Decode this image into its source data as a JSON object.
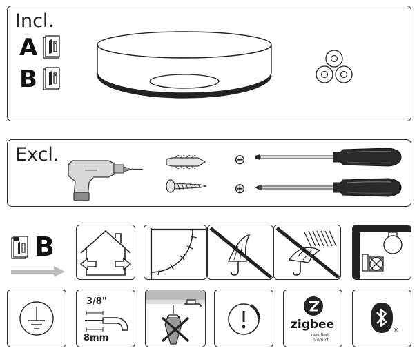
{
  "included": {
    "title": "Incl.",
    "manual_a": "A",
    "manual_b": "B"
  },
  "excluded": {
    "title": "Excl.",
    "minus_symbol": "⊖",
    "plus_symbol": "⊕"
  },
  "instructions": {
    "manual_b": "B"
  },
  "cable": {
    "size_top": "3/8\"",
    "size_bottom": "8mm"
  },
  "zigbee": {
    "brand": "zigbee",
    "sub1": "certified",
    "sub2": "product"
  },
  "bluetooth": {
    "reg": "®"
  }
}
